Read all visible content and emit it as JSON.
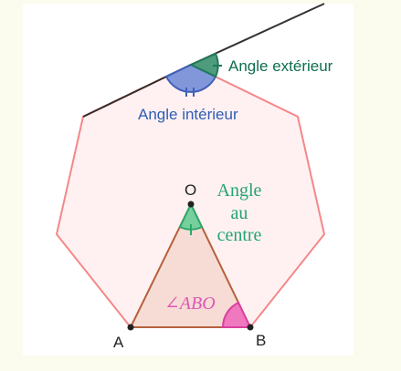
{
  "diagram": {
    "labels": {
      "exterior_angle": "Angle extérieur",
      "interior_angle": "Angle intérieur",
      "center_point": "O",
      "central_angle_line1": "Angle",
      "central_angle_line2": "au",
      "central_angle_line3": "centre",
      "angle_abo": "∠ABO",
      "vertex_a": "A",
      "vertex_b": "B"
    },
    "colors": {
      "background": "#fbfbee",
      "polygon_fill": "#fff1f1",
      "polygon_stroke": "#f4888a",
      "triangle_fill": "#f6dcd4",
      "triangle_stroke": "#b5613e",
      "extension_line": "#333333",
      "exterior_angle": "#1f7a5a",
      "interior_angle": "#5f7fd0",
      "central_angle": "#3dbf7e",
      "angle_abo": "#ee66bb",
      "exterior_label": "#0e6e50",
      "interior_label": "#2f5db5",
      "central_label": "#23a373",
      "abo_label": "#e055b8"
    }
  }
}
